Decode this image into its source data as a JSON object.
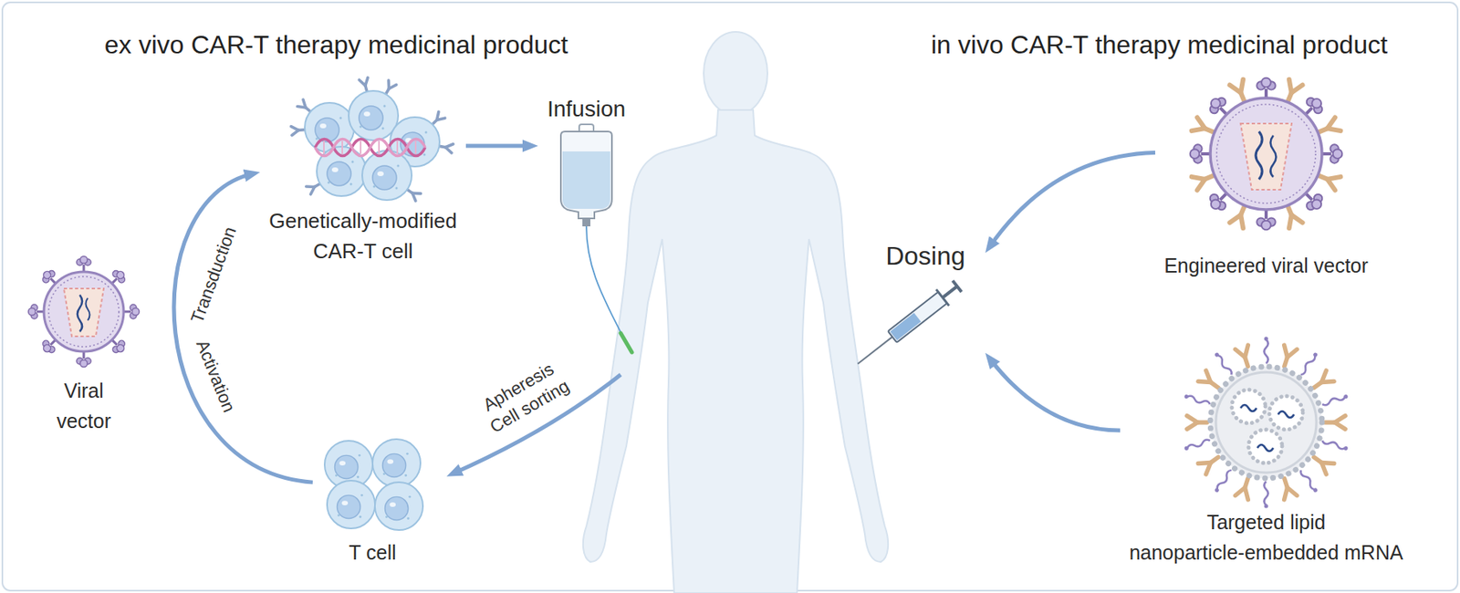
{
  "diagram": {
    "nodes": [
      {
        "text": [
          "Viral vector"
        ]
      },
      {
        "text": [
          "Genetically-modified CAR-T cell"
        ]
      },
      {
        "text": [
          "T cell"
        ]
      },
      {
        "text": [
          "Infusion"
        ]
      },
      {
        "text": [
          "Dosing"
        ]
      },
      {
        "text": [
          "Engineered viral vector"
        ]
      },
      {
        "text": [
          "Targeted lipid nanoparticle-embedded mRNA"
        ]
      }
    ],
    "edges": [
      {
        "from": 2,
        "to": 1,
        "arrow": "to"
      },
      {
        "from": 1,
        "to": 3,
        "arrow": "to"
      },
      {
        "from": 5,
        "to": 4,
        "arrow": "to"
      },
      {
        "from": 6,
        "to": 4,
        "arrow": "to"
      }
    ],
    "labels": [
      "ex vivo CAR-T therapy medicinal product",
      "in vivo CAR-T therapy medicinal product",
      "Transduction",
      "Activation",
      "Apheresis Cell sorting"
    ]
  }
}
